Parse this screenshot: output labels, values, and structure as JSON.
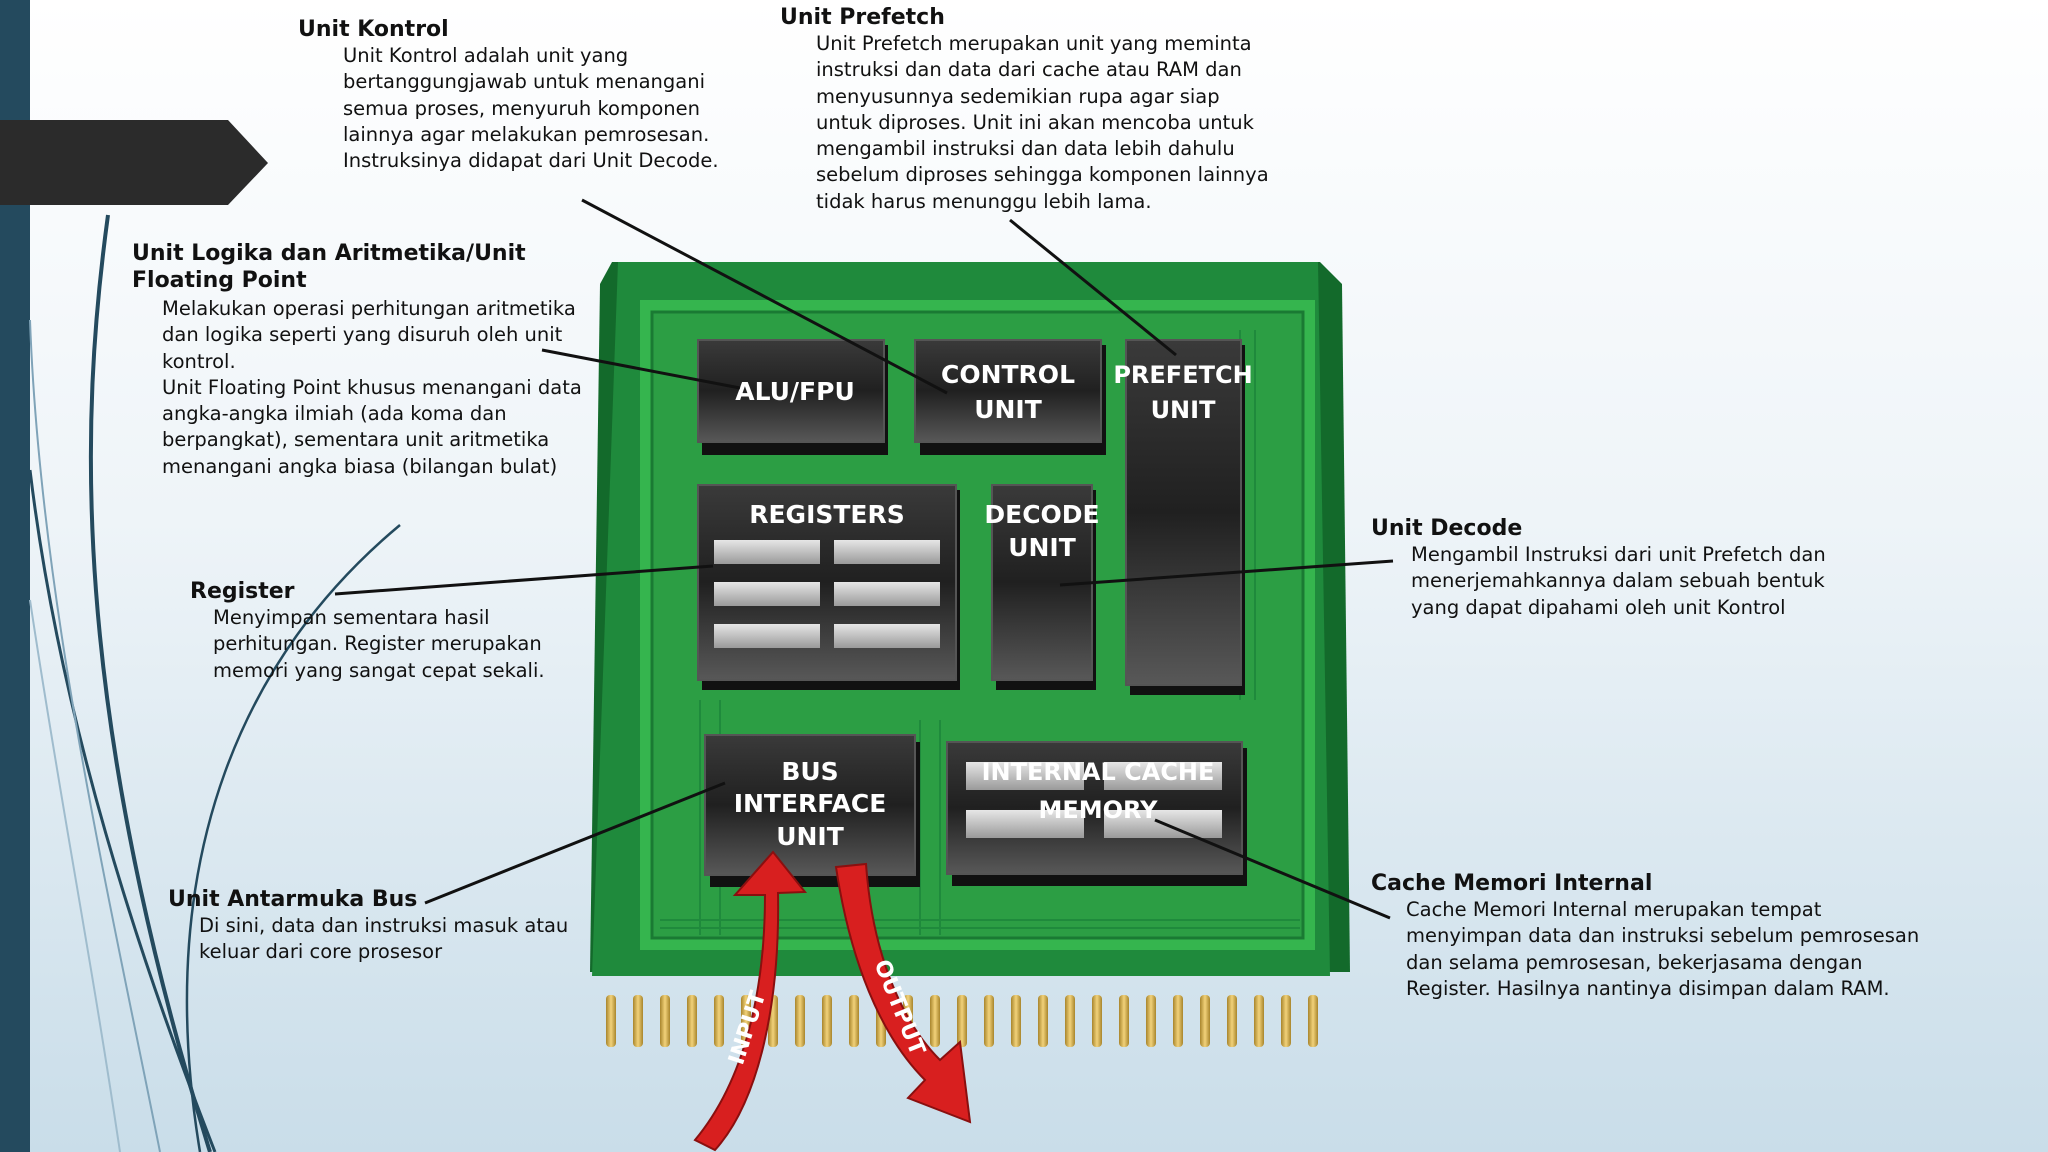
{
  "chip": {
    "alu": "ALU/FPU",
    "control": [
      "CONTROL",
      "UNIT"
    ],
    "prefetch": [
      "PREFETCH",
      "UNIT"
    ],
    "registers": "REGISTERS",
    "decode": [
      "DECODE",
      "UNIT"
    ],
    "bus": [
      "BUS",
      "INTERFACE",
      "UNIT"
    ],
    "cache": [
      "INTERNAL CACHE",
      "MEMORY"
    ],
    "input_arrow": "INPUT",
    "output_arrow": "OUTPUT"
  },
  "labels": {
    "kontrol": {
      "title": "Unit Kontrol",
      "lines": [
        "Unit Kontrol adalah unit yang",
        "bertanggungjawab untuk menangani",
        "semua proses, menyuruh komponen",
        "lainnya agar melakukan pemrosesan.",
        "Instruksinya didapat dari Unit Decode."
      ]
    },
    "prefetch": {
      "title": "Unit Prefetch",
      "lines": [
        "Unit Prefetch merupakan unit yang meminta",
        "instruksi dan data dari cache atau RAM dan",
        "menyusunnya sedemikian rupa agar siap",
        "untuk diproses. Unit ini akan mencoba untuk",
        "mengambil instruksi dan data lebih dahulu",
        "sebelum diproses sehingga komponen lainnya",
        "tidak harus menunggu lebih lama."
      ]
    },
    "alu": {
      "title": "Unit Logika dan Aritmetika/Unit Floating Point",
      "lines": [
        "Melakukan operasi perhitungan aritmetika",
        "dan logika seperti yang disuruh oleh unit",
        "kontrol.",
        "Unit Floating Point khusus menangani data",
        "angka-angka ilmiah (ada koma dan",
        "berpangkat), sementara unit aritmetika",
        "menangani angka biasa (bilangan bulat)"
      ]
    },
    "register": {
      "title": "Register",
      "lines": [
        "Menyimpan sementara hasil",
        "perhitungan. Register merupakan",
        "memori yang sangat cepat sekali."
      ]
    },
    "decode": {
      "title": "Unit Decode",
      "lines": [
        "Mengambil Instruksi dari unit Prefetch dan",
        "menerjemahkannya dalam sebuah bentuk",
        "yang dapat dipahami oleh unit Kontrol"
      ]
    },
    "bus": {
      "title": "Unit Antarmuka Bus",
      "lines": [
        "Di sini, data dan instruksi masuk atau",
        "keluar dari core prosesor"
      ]
    },
    "cache": {
      "title": "Cache Memori Internal",
      "lines": [
        "Cache Memori Internal merupakan tempat",
        "menyimpan data dan instruksi sebelum pemrosesan",
        "dan selama pemrosesan, bekerjasama dengan",
        "Register. Hasilnya nantinya disimpan dalam RAM."
      ]
    }
  },
  "colors": {
    "slide_bar": "#244a5e",
    "chip_green": "#1f8a3c",
    "chip_light_green": "#35b54e",
    "arrow_red": "#d81f1f",
    "pin_gold": "#d6b24a"
  }
}
